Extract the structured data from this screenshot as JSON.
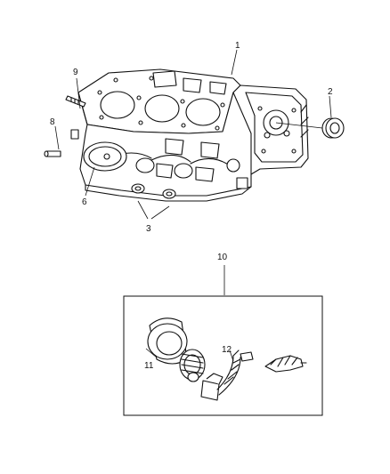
{
  "diagram": {
    "callouts": {
      "c1": "1",
      "c2": "2",
      "c3": "3",
      "c6": "6",
      "c8": "8",
      "c9": "9",
      "c10": "10",
      "c11": "11",
      "c12": "12"
    },
    "colors": {
      "ink": "#111111",
      "background": "#ffffff"
    }
  }
}
